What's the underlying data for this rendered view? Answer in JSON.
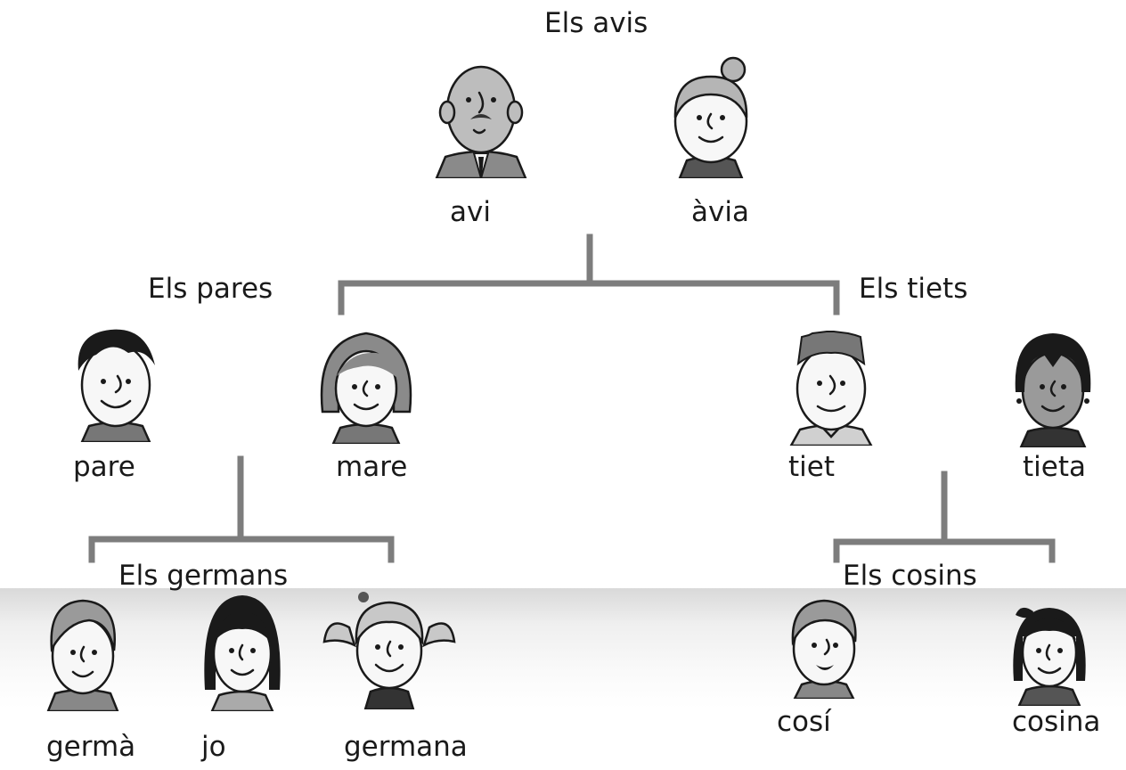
{
  "groups": {
    "avis": "Els avis",
    "pares": "Els pares",
    "tiets": "Els tiets",
    "germans": "Els germans",
    "cosins": "Els cosins"
  },
  "people": {
    "avi": "avi",
    "avia": "àvia",
    "pare": "pare",
    "mare": "mare",
    "tiet": "tiet",
    "tieta": "tieta",
    "germa": "germà",
    "jo": "jo",
    "germana": "germana",
    "cosi": "cosí",
    "cosina": "cosina"
  },
  "colors": {
    "line": "#7d7d7d",
    "text": "#1a1a1a",
    "band": "#d9d9d9"
  }
}
